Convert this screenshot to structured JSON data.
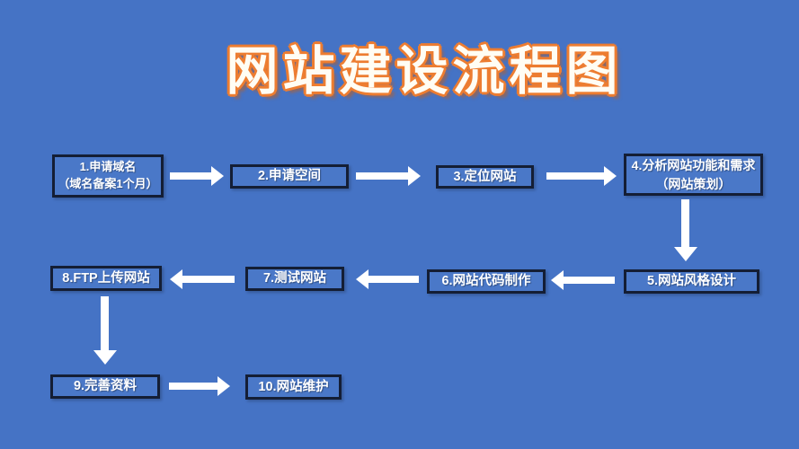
{
  "title": {
    "text": "网站建设流程图"
  },
  "palette": {
    "background": "#4573c5",
    "box_fill": "#4a78c8",
    "box_border": "#141e35",
    "box_text": "#ffffff",
    "arrow": "#ffffff",
    "title_fill": "#fffdf4",
    "title_outline": "#ed7d31"
  },
  "flow": {
    "boxes": [
      {
        "id": "1",
        "lines": [
          "1.申请域名",
          "（域名备案1个月）"
        ]
      },
      {
        "id": "2",
        "lines": [
          "2.申请空间"
        ]
      },
      {
        "id": "3",
        "lines": [
          "3.定位网站"
        ]
      },
      {
        "id": "4",
        "lines": [
          "4.分析网站功能和需求",
          "（网站策划）"
        ]
      },
      {
        "id": "5",
        "lines": [
          "5.网站风格设计"
        ]
      },
      {
        "id": "6",
        "lines": [
          "6.网站代码制作"
        ]
      },
      {
        "id": "7",
        "lines": [
          "7.测试网站"
        ]
      },
      {
        "id": "8",
        "lines": [
          "8.FTP上传网站"
        ]
      },
      {
        "id": "9",
        "lines": [
          "9.完善资料"
        ]
      },
      {
        "id": "10",
        "lines": [
          "10.网站维护"
        ]
      }
    ],
    "connections": [
      "1→2",
      "2→3",
      "3→4",
      "4↓5",
      "5→6",
      "6→7",
      "7→8",
      "8↓9",
      "9→10"
    ]
  }
}
